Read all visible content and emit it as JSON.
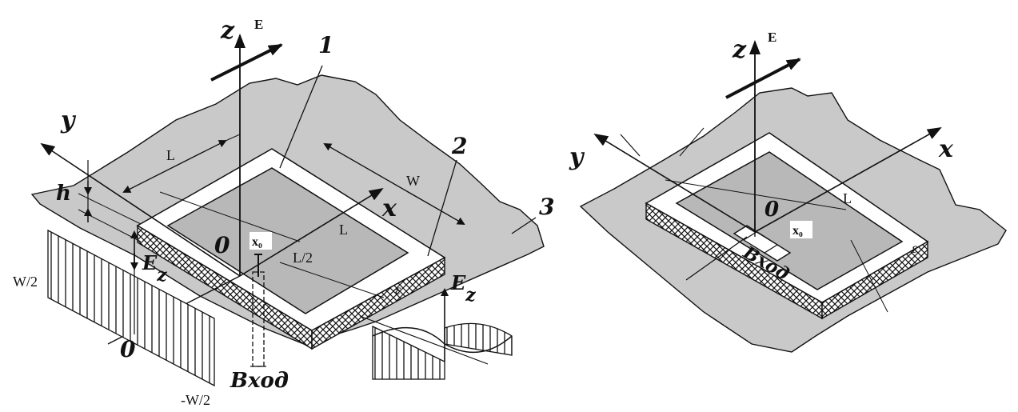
{
  "left": {
    "axis_z": "z",
    "axis_y": "y",
    "axis_x": "x",
    "field_vector": "E⃗",
    "origin": "0",
    "origin_lower": "0",
    "num1": "1",
    "num2": "2",
    "num3": "3",
    "h": "h",
    "dim_L_top": "L",
    "dim_W": "W",
    "dim_L_mid": "L",
    "dim_L_half": "L/2",
    "feed_x0": "x₀",
    "eps": "ε",
    "ez_left_base": "E",
    "ez_left_sub": "z",
    "ez_right_base": "E",
    "ez_right_sub": "z",
    "w_half_pos": "W/2",
    "w_half_neg": "-W/2",
    "input": "Вход"
  },
  "right": {
    "axis_z": "z",
    "axis_y": "y",
    "axis_x": "x",
    "field_vector": "E⃗",
    "origin": "0",
    "dim_L": "L",
    "feed_x0": "x₀",
    "eps": "ε",
    "input": "Вход"
  },
  "colors": {
    "ground": "#c9c9c9",
    "patch": "#b3b3b3",
    "line": "#111111",
    "strip": "#ffffff"
  }
}
